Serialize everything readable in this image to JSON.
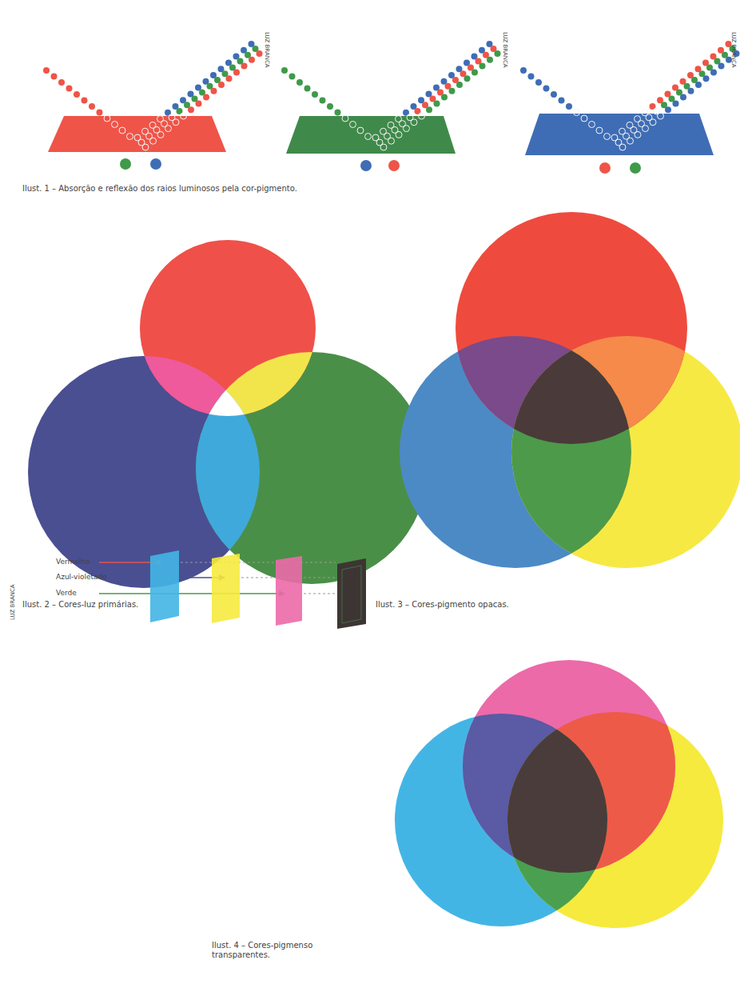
{
  "diagram": {
    "labels": [
      "LUZ BRANCA",
      "LUZ BRANCA",
      "LUZ BRANCA",
      "Ilust. 1 – Absorção e reflexão dos raios luminosos pela cor-pigmento.",
      "Ilust. 2 – Cores-luz primárias.",
      "Ilust. 3 – Cores-pigmento opacas.",
      "LUZ BRANCA",
      "Vermelho",
      "Azul-violetado",
      "Verde",
      "Ilust. 4 – Cores-pigmenso transparentes."
    ]
  }
}
